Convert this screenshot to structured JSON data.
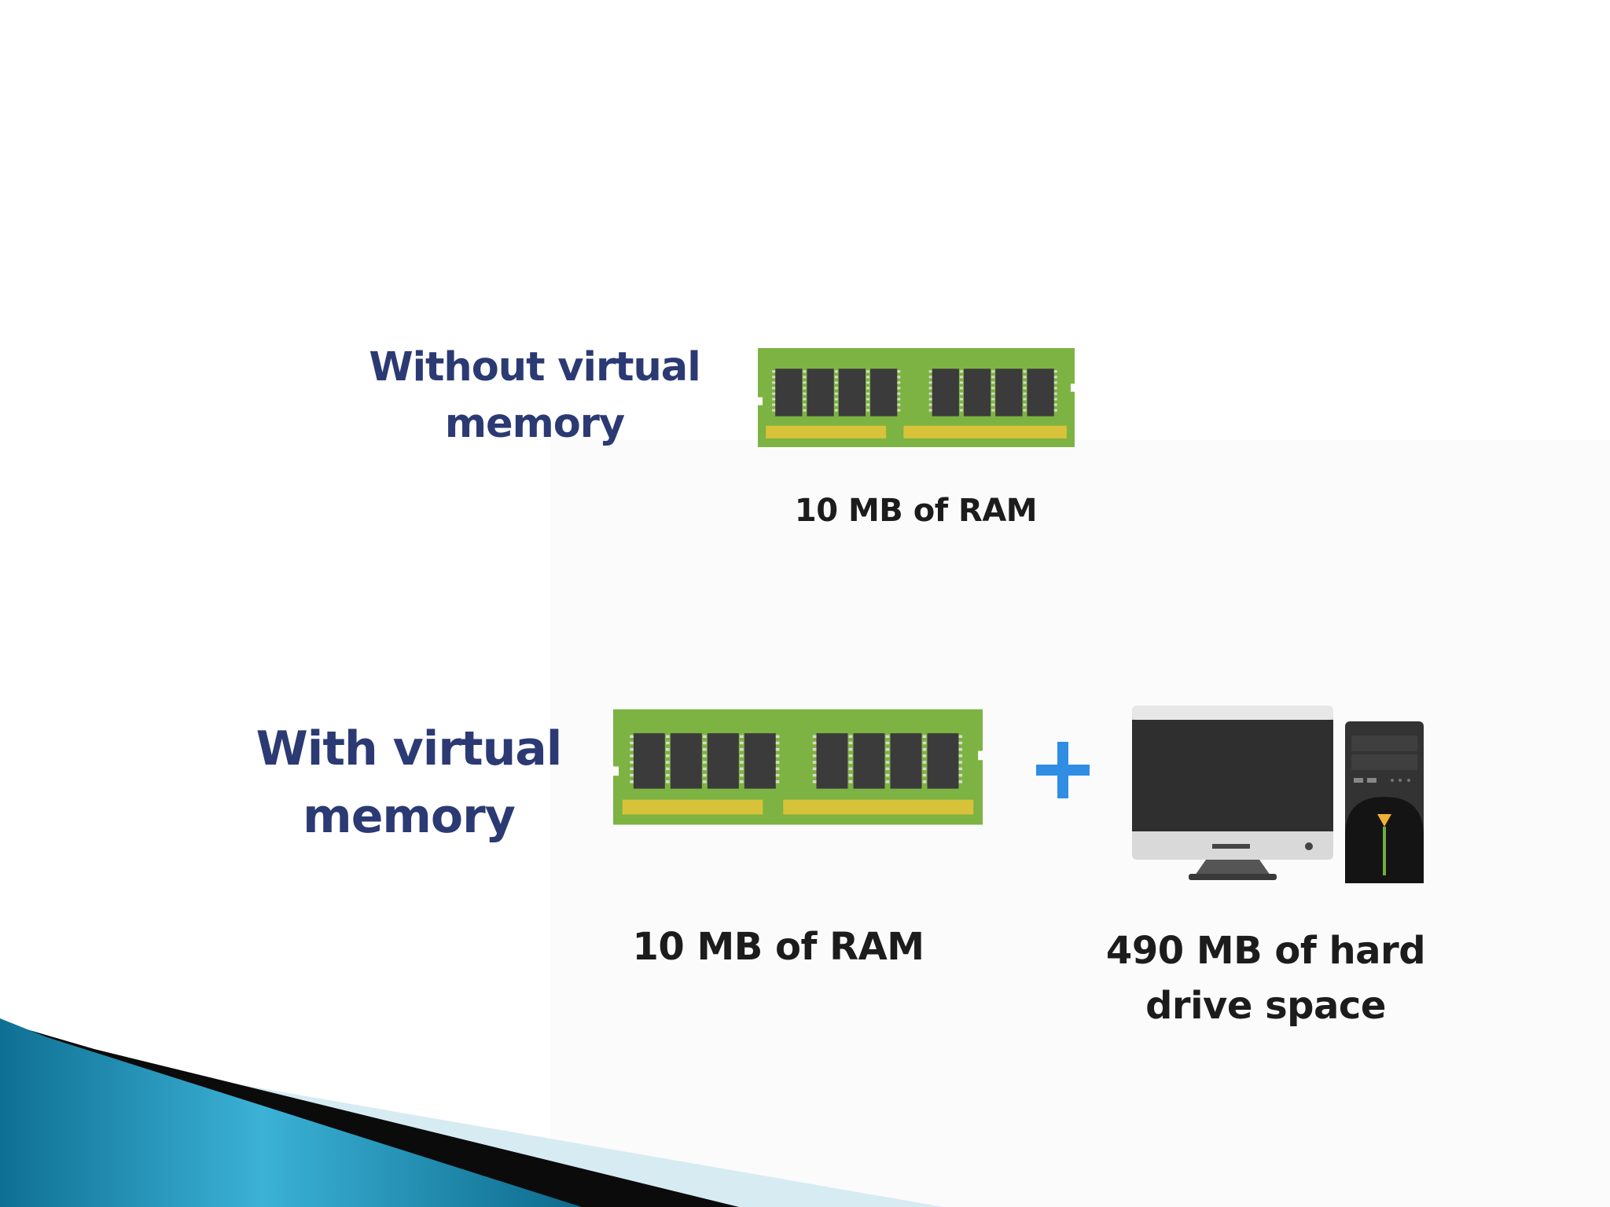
{
  "without": {
    "heading_line1": "Without virtual",
    "heading_line2": "memory",
    "ram_caption": "10 MB of RAM"
  },
  "with": {
    "heading_line1": "With virtual",
    "heading_line2": "memory",
    "ram_caption": "10 MB of RAM",
    "storage_caption_line1": "490 MB of hard",
    "storage_caption_line2": "drive space"
  },
  "icons": {
    "ram": "ram-module-icon",
    "plus": "plus-icon",
    "computer": "desktop-computer-icon"
  },
  "colors": {
    "heading": "#2b3a73",
    "caption": "#1c1c1c",
    "ram_board": "#7cb342",
    "ram_chip": "#3a3a3a",
    "ram_pins": "#e6cf3c",
    "plus": "#2f8de4",
    "decor_teal": "#1f8fb5"
  }
}
